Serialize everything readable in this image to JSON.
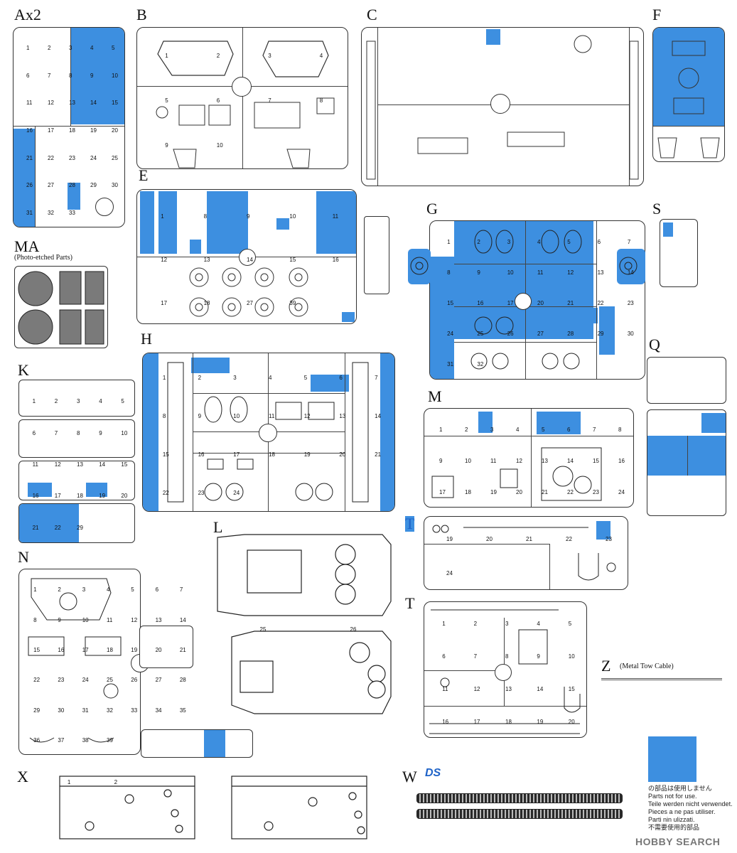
{
  "labels": {
    "ax2": "Ax2",
    "b": "B",
    "c": "C",
    "f": "F",
    "e": "E",
    "ma": "MA",
    "ma_sub": "(Photo-etched Parts)",
    "g": "G",
    "s": "S",
    "k": "K",
    "h": "H",
    "q": "Q",
    "m": "M",
    "t_blue": "T",
    "l": "L",
    "n": "N",
    "t": "T",
    "z": "Z",
    "z_sub": "(Metal Tow Cable)",
    "x": "X",
    "w": "W",
    "w_logo": "DS"
  },
  "legend": {
    "color": "#3d8fe0",
    "lines": [
      "の部品は使用しません",
      "Parts not for use.",
      "Teile werden nicht verwendet.",
      "Pieces a ne pas utiliser.",
      "Parti nin ulizzati.",
      "不需要使用的部品"
    ]
  },
  "watermark": "HOBBY SEARCH",
  "part_numbers": {
    "a": [
      "1",
      "2",
      "3",
      "4",
      "5",
      "6",
      "7",
      "8",
      "9",
      "10",
      "11",
      "12",
      "13",
      "14",
      "15",
      "16",
      "17",
      "18",
      "19",
      "20",
      "21",
      "22",
      "23",
      "24",
      "25",
      "26",
      "27",
      "28",
      "29",
      "30",
      "31",
      "32",
      "33"
    ],
    "b": [
      "1",
      "2",
      "3",
      "4",
      "5",
      "6",
      "7",
      "8",
      "9",
      "10"
    ],
    "e": [
      "1",
      "8",
      "9",
      "10",
      "11",
      "12",
      "13",
      "14",
      "15",
      "16",
      "17",
      "18",
      "27",
      "39"
    ],
    "g": [
      "1",
      "2",
      "3",
      "4",
      "5",
      "6",
      "7",
      "8",
      "9",
      "10",
      "11",
      "12",
      "13",
      "14",
      "15",
      "16",
      "17",
      "20",
      "21",
      "22",
      "23",
      "24",
      "25",
      "26",
      "27",
      "28",
      "29",
      "30",
      "31",
      "32"
    ],
    "k": [
      "1",
      "2",
      "3",
      "4",
      "5",
      "6",
      "7",
      "8",
      "9",
      "10",
      "11",
      "12",
      "13",
      "14",
      "15",
      "16",
      "17",
      "18",
      "19",
      "20",
      "21",
      "22",
      "29"
    ],
    "h": [
      "1",
      "2",
      "3",
      "4",
      "5",
      "6",
      "7",
      "8",
      "9",
      "10",
      "11",
      "12",
      "13",
      "14",
      "15",
      "16",
      "17",
      "18",
      "19",
      "20",
      "21",
      "22",
      "23",
      "24"
    ],
    "m": [
      "1",
      "2",
      "3",
      "4",
      "5",
      "6",
      "7",
      "8",
      "9",
      "10",
      "11",
      "12",
      "13",
      "14",
      "15",
      "16",
      "17",
      "18",
      "19",
      "20",
      "21",
      "22",
      "23",
      "24"
    ],
    "tb": [
      "19",
      "20",
      "21",
      "22",
      "23",
      "24"
    ],
    "n": [
      "1",
      "2",
      "3",
      "4",
      "5",
      "6",
      "7",
      "8",
      "9",
      "10",
      "11",
      "12",
      "13",
      "14",
      "15",
      "16",
      "17",
      "18",
      "19",
      "20",
      "21",
      "22",
      "23",
      "24",
      "25",
      "26",
      "27",
      "28",
      "29",
      "30",
      "31",
      "32",
      "33",
      "34",
      "35",
      "36",
      "37",
      "38",
      "39"
    ],
    "t": [
      "1",
      "2",
      "3",
      "4",
      "5",
      "6",
      "7",
      "8",
      "9",
      "10",
      "11",
      "12",
      "13",
      "14",
      "15",
      "16",
      "17",
      "18",
      "19",
      "20"
    ],
    "l": [
      "25",
      "26"
    ],
    "x": [
      "1",
      "2"
    ]
  }
}
